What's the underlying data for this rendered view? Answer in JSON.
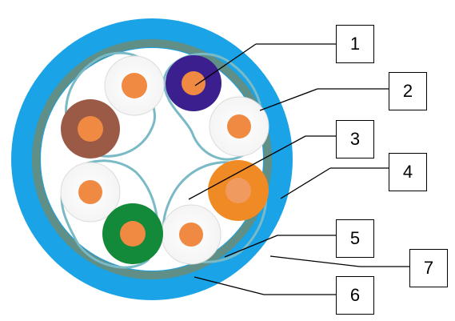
{
  "callouts": [
    {
      "id": "1",
      "label": "1"
    },
    {
      "id": "2",
      "label": "2"
    },
    {
      "id": "3",
      "label": "3"
    },
    {
      "id": "4",
      "label": "4"
    },
    {
      "id": "5",
      "label": "5"
    },
    {
      "id": "6",
      "label": "6"
    },
    {
      "id": "7",
      "label": "7"
    }
  ],
  "colors": {
    "outer_jacket": "#1aa3e6",
    "outer_shield": "#5f8f86",
    "core_fill": "#ffffff",
    "pair_wrap": "#7ab9c6",
    "conductor": "#f08a43",
    "blue_insulation": "#3b1f8f",
    "orange_insulation": "#f08a24",
    "green_insulation": "#13893a",
    "brown_insulation": "#9b5a45",
    "white_insulation": "#ffffff",
    "leader": "#000000"
  }
}
